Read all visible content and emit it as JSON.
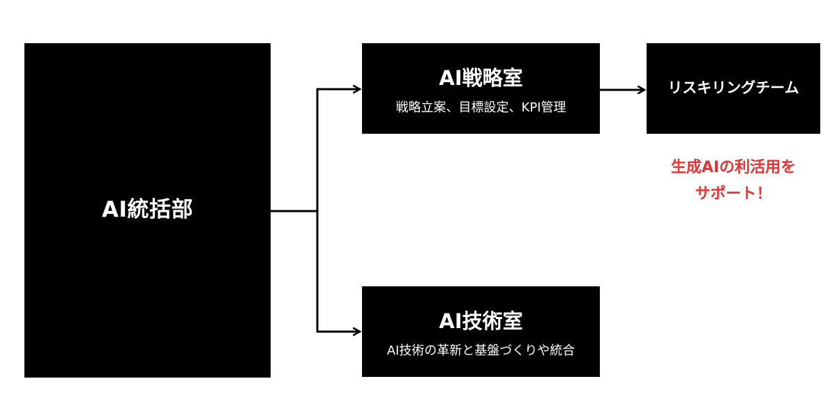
{
  "colors": {
    "background": "#ffffff",
    "box": "#000000",
    "box_text": "#ffffff",
    "connector": "#000000",
    "note": "#e63232"
  },
  "hq": {
    "title": "AI統括部"
  },
  "strategy": {
    "title": "AI戦略室",
    "subtitle": "戦略立案、目標設定、KPI管理"
  },
  "tech": {
    "title": "AI技術室",
    "subtitle": "AI技術の革新と基盤づくりや統合"
  },
  "reskill": {
    "title": "リスキリングチーム"
  },
  "note": {
    "line1": "生成AIの利活用を",
    "line2": "サポート！"
  }
}
